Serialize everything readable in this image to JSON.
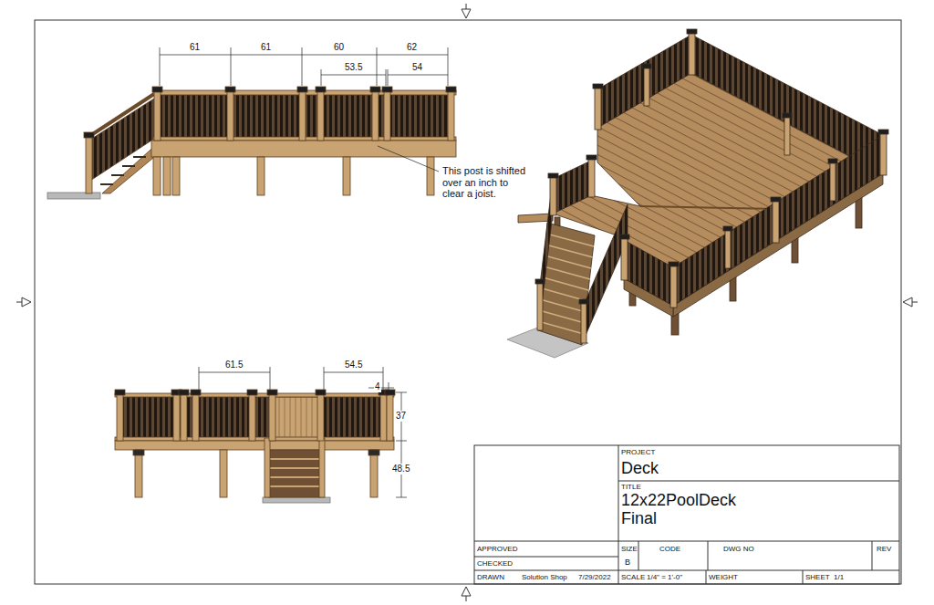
{
  "diagram": {
    "labels": [
      "61",
      "61",
      "60",
      "62",
      "53.5",
      "54",
      "This post is shifted over an inch to clear a joist.",
      "61.5",
      "54.5",
      "4",
      "37",
      "48.5",
      "PROJECT",
      "Deck",
      "TITLE",
      "12x22PoolDeck Final",
      "APPROVED",
      "CHECKED",
      "DRAWN",
      "Solution Shop",
      "7/29/2022",
      "SIZE",
      "B",
      "CODE",
      "DWG NO",
      "REV",
      "SCALE",
      "1/4\" = 1'-0\"",
      "WEIGHT",
      "SHEET",
      "1/1"
    ]
  }
}
